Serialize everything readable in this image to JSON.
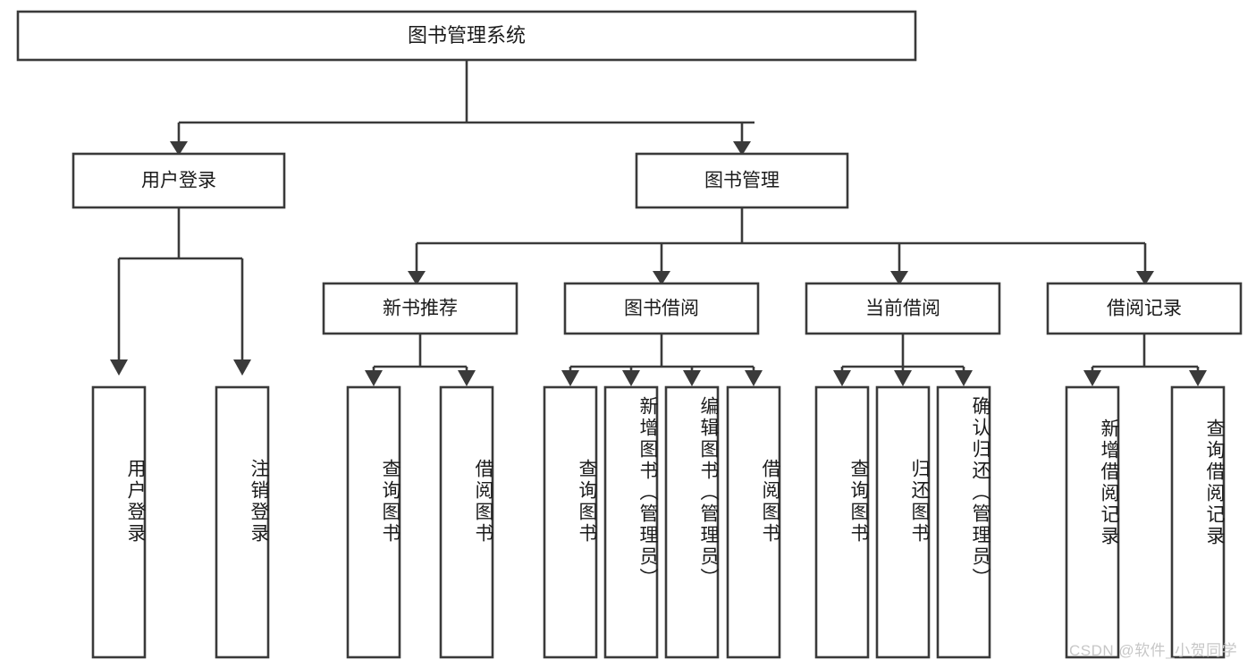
{
  "diagram": {
    "type": "tree",
    "title": "图书管理系统",
    "orientation": "top-down",
    "colors": {
      "box_stroke": "#3a3a3a",
      "box_fill": "#ffffff",
      "connector": "#3a3a3a",
      "text": "#1b1b1b",
      "background": "#ffffff",
      "watermark": "#c7c7c7"
    },
    "root": {
      "label": "图书管理系统"
    },
    "level2": [
      {
        "label": "用户登录"
      },
      {
        "label": "图书管理"
      }
    ],
    "level3": [
      {
        "label": "新书推荐"
      },
      {
        "label": "图书借阅"
      },
      {
        "label": "当前借阅"
      },
      {
        "label": "借阅记录"
      }
    ],
    "leaves": {
      "user_login": [
        {
          "label": "用户登录"
        },
        {
          "label": "注销登录"
        }
      ],
      "new_book_recommend": [
        {
          "label": "查询图书"
        },
        {
          "label": "借阅图书"
        }
      ],
      "book_borrow": [
        {
          "label": "查询图书"
        },
        {
          "label": "新增图书（管理员）"
        },
        {
          "label": "编辑图书（管理员）"
        },
        {
          "label": "借阅图书"
        }
      ],
      "current_borrow": [
        {
          "label": "查询图书"
        },
        {
          "label": "归还图书"
        },
        {
          "label": "确认归还（管理员）"
        }
      ],
      "borrow_record": [
        {
          "label": "新增借阅记录"
        },
        {
          "label": "查询借阅记录"
        }
      ]
    }
  },
  "watermark": {
    "text": "CSDN @软件_小贺同学"
  }
}
